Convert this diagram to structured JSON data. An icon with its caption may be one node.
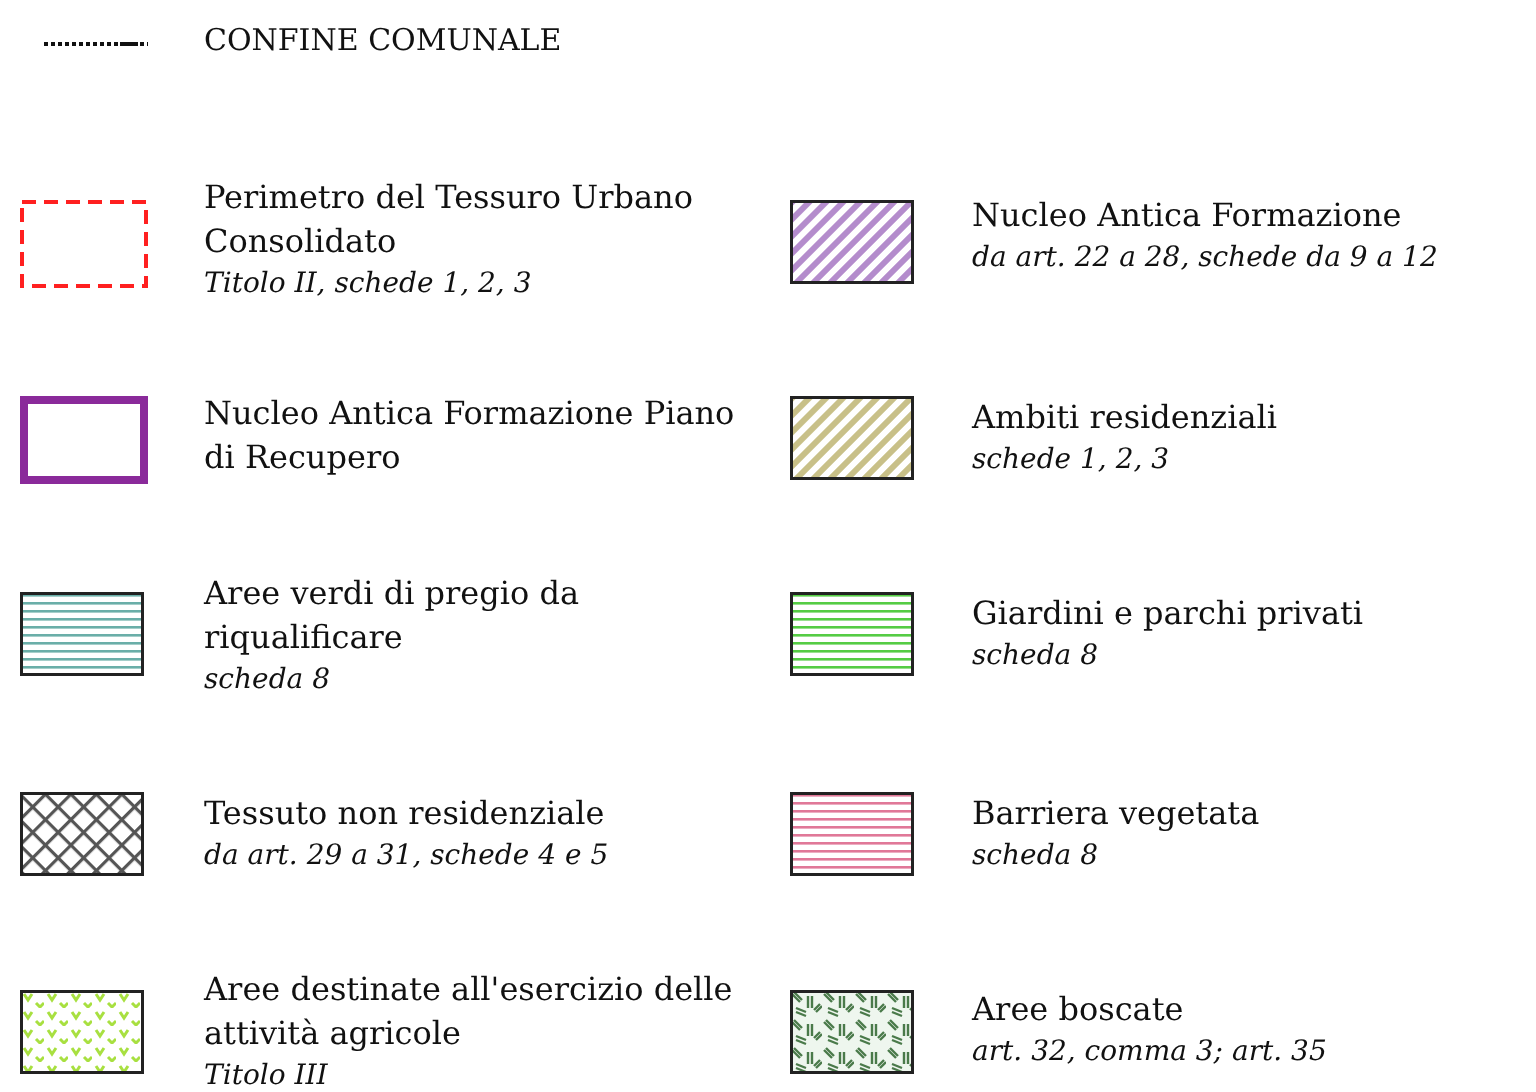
{
  "diagram": {
    "legend": [
      {
        "text": "CONFINE COMUNALE"
      },
      {
        "text": "Perimetro del Tessuro Urbano Consolidato *Titolo II, schede 1, 2, 3*"
      },
      {
        "text": "Nucleo Antica Formazione *da art. 22 a 28, schede da 9 a 12*"
      },
      {
        "text": "Nucleo Antica Formazione Piano di Recupero"
      },
      {
        "text": "Ambiti residenziali *schede 1, 2, 3*"
      },
      {
        "text": "Aree verdi di pregio da riqualificare *scheda 8*"
      },
      {
        "text": "Giardini e parchi privati *scheda 8*"
      },
      {
        "text": "Tessuto non residenziale *da art. 29 a 31, schede 4 e 5*"
      },
      {
        "text": "Barriera vegetata *scheda 8*"
      },
      {
        "text": "Aree destinate all'esercizio delle attività agricole *Titolo III*"
      },
      {
        "text": "Aree boscate *art. 32, comma 3; art. 35*"
      }
    ]
  }
}
